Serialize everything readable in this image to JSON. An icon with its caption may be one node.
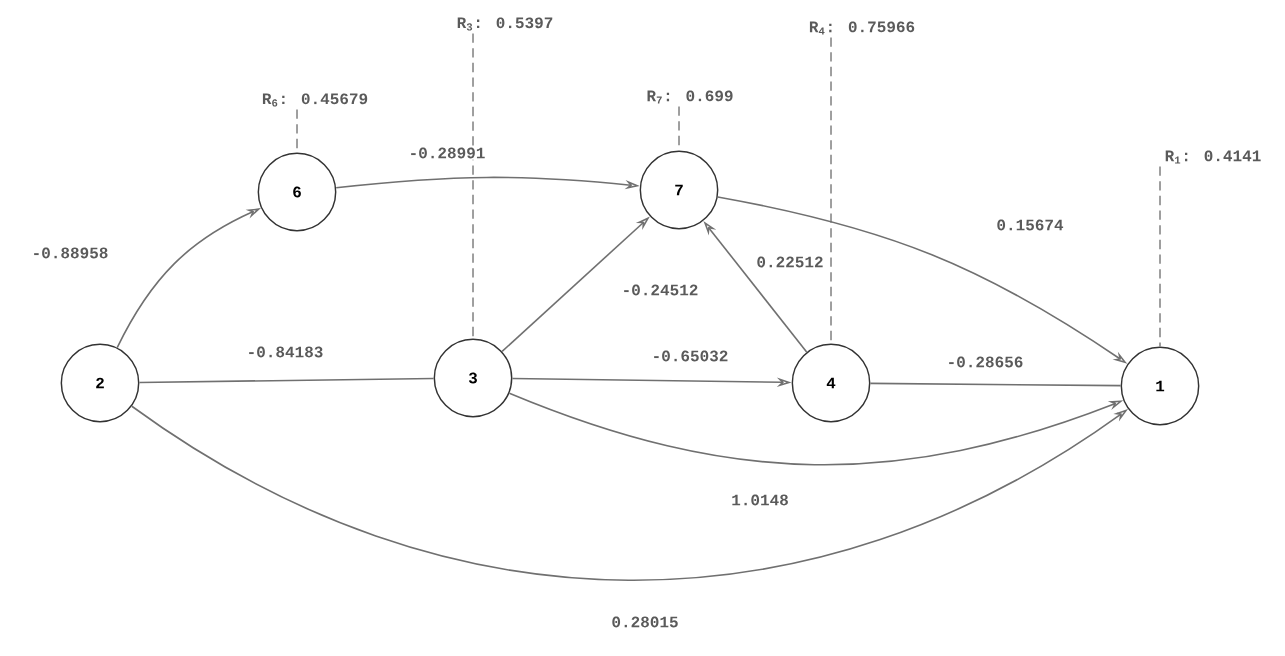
{
  "diagram": {
    "nodes": [
      {
        "text": [
          "R$_{3}$: 0.5397"
        ]
      },
      {
        "text": [
          "R$_{4}$: 0.75966"
        ]
      },
      {
        "text": [
          "R$_{6}$: 0.45679"
        ]
      },
      {
        "text": [
          "R$_{7}$: 0.699"
        ]
      },
      {
        "text": [
          "R$_{1}$: 0.4141"
        ]
      },
      {
        "text": [
          "6"
        ]
      },
      {
        "text": [
          "7"
        ]
      },
      {
        "text": [
          "2"
        ]
      },
      {
        "text": [
          "3"
        ]
      },
      {
        "text": [
          "4"
        ]
      },
      {
        "text": [
          "1"
        ]
      }
    ],
    "edges": [
      {
        "from": 7,
        "to": 5,
        "arrow": "to",
        "label": "-0.88958"
      },
      {
        "from": 5,
        "to": 6,
        "arrow": "to",
        "label": "-0.28991"
      },
      {
        "from": 7,
        "to": 8,
        "arrow": "none",
        "label": "-0.84183"
      },
      {
        "from": 8,
        "to": 6,
        "arrow": "to",
        "label": "-0.24512"
      },
      {
        "from": 8,
        "to": 9,
        "arrow": "to",
        "label": "-0.65032"
      },
      {
        "from": 9,
        "to": 6,
        "arrow": "to",
        "label": "0.22512"
      },
      {
        "from": 6,
        "to": 10,
        "arrow": "to",
        "label": "0.15674"
      },
      {
        "from": 9,
        "to": 10,
        "arrow": "none",
        "label": "-0.28656"
      },
      {
        "from": 8,
        "to": 10,
        "arrow": "to",
        "label": "1.0148"
      },
      {
        "from": 7,
        "to": 10,
        "arrow": "to",
        "label": "0.28015"
      },
      {
        "from": 0,
        "to": 8,
        "arrow": "none",
        "style": "dashed"
      },
      {
        "from": 1,
        "to": 9,
        "arrow": "none",
        "style": "dashed"
      },
      {
        "from": 2,
        "to": 5,
        "arrow": "none",
        "style": "dashed"
      },
      {
        "from": 3,
        "to": 6,
        "arrow": "none",
        "style": "dashed"
      },
      {
        "from": 4,
        "to": 10,
        "arrow": "none",
        "style": "dashed"
      }
    ]
  }
}
